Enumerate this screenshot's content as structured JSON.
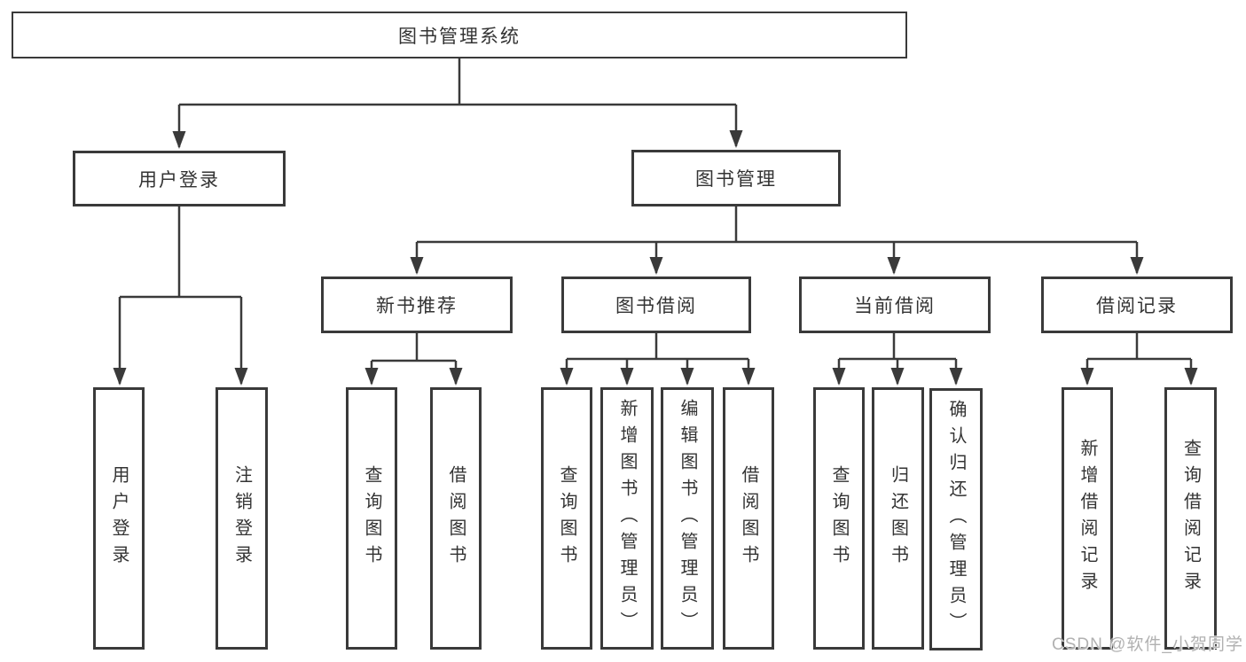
{
  "diagram_title": "图书管理系统",
  "colors": {
    "line": "#3a3a3a",
    "box_border": "#3a3a3a",
    "text": "#333333",
    "background": "#ffffff",
    "watermark": "#b1b1b1"
  },
  "nodes": {
    "root": {
      "label": "图书管理系统"
    },
    "user_login": {
      "label": "用户登录"
    },
    "book_mgmt": {
      "label": "图书管理"
    },
    "new_book": {
      "label": "新书推荐"
    },
    "book_borrow": {
      "label": "图书借阅"
    },
    "current_borrow": {
      "label": "当前借阅"
    },
    "borrow_records": {
      "label": "借阅记录"
    },
    "leaf_user_login": {
      "label": "用户登录"
    },
    "leaf_logout": {
      "label": "注销登录"
    },
    "leaf_nb_query": {
      "label": "查询图书"
    },
    "leaf_nb_borrow": {
      "label": "借阅图书"
    },
    "leaf_bb_query": {
      "label": "查询图书"
    },
    "leaf_bb_add": {
      "label": "新增图书（管理员）"
    },
    "leaf_bb_edit": {
      "label": "编辑图书（管理员）"
    },
    "leaf_bb_borrow": {
      "label": "借阅图书"
    },
    "leaf_cb_query": {
      "label": "查询图书"
    },
    "leaf_cb_return": {
      "label": "归还图书"
    },
    "leaf_cb_confirm": {
      "label": "确认归还（管理员）"
    },
    "leaf_br_add": {
      "label": "新增借阅记录"
    },
    "leaf_br_query": {
      "label": "查询借阅记录"
    }
  },
  "hierarchy": {
    "图书管理系统": {
      "用户登录": [
        "用户登录",
        "注销登录"
      ],
      "图书管理": {
        "新书推荐": [
          "查询图书",
          "借阅图书"
        ],
        "图书借阅": [
          "查询图书",
          "新增图书（管理员）",
          "编辑图书（管理员）",
          "借阅图书"
        ],
        "当前借阅": [
          "查询图书",
          "归还图书",
          "确认归还（管理员）"
        ],
        "借阅记录": [
          "新增借阅记录",
          "查询借阅记录"
        ]
      }
    }
  },
  "watermark": {
    "text": "CSDN @软件_小贺同学"
  }
}
